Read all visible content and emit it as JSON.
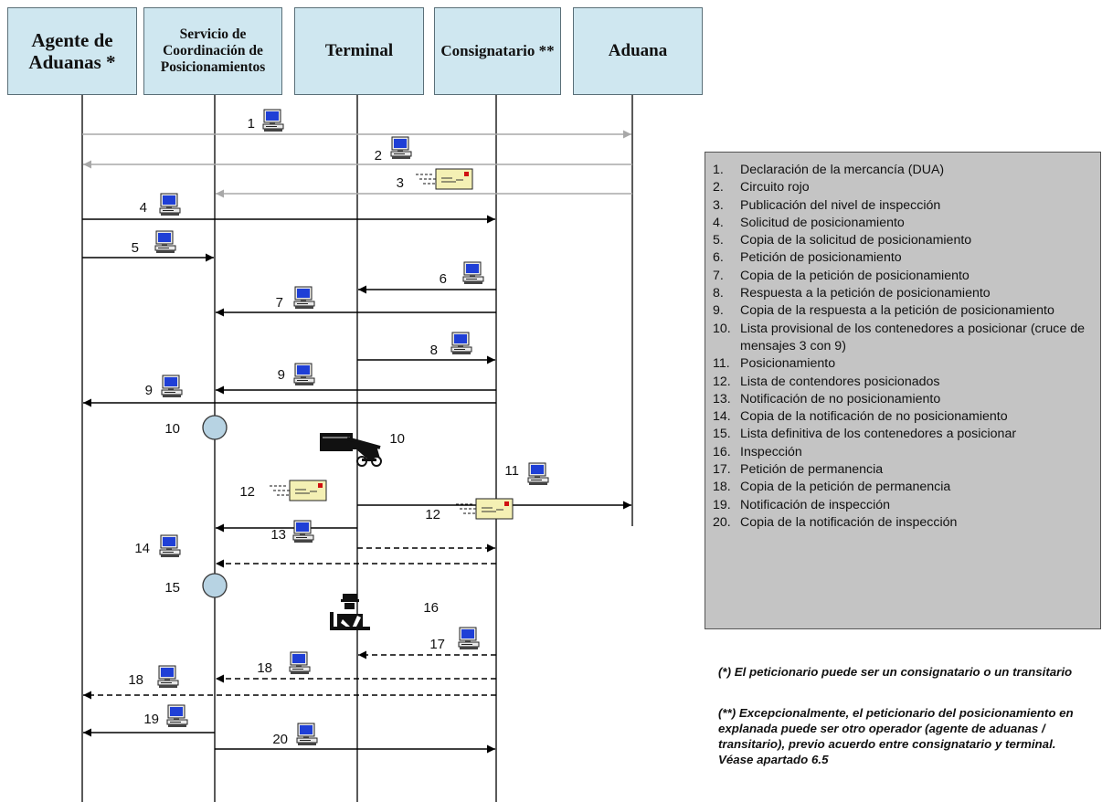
{
  "actors": [
    {
      "id": "agente",
      "label": "Agente de Aduanas *"
    },
    {
      "id": "servicio",
      "label": "Servicio de Coordinación de Posicionamientos"
    },
    {
      "id": "terminal",
      "label": "Terminal"
    },
    {
      "id": "consignatario",
      "label": "Consignatario **"
    },
    {
      "id": "aduana",
      "label": "Aduana"
    }
  ],
  "messages": [
    {
      "num": "1",
      "from": "agente",
      "to": "aduana",
      "style": "gray",
      "icon": "computer-icon"
    },
    {
      "num": "2",
      "from": "aduana",
      "to": "agente",
      "style": "gray",
      "icon": "computer-icon"
    },
    {
      "num": "3",
      "from": "aduana",
      "to": "servicio",
      "style": "gray",
      "icon": "mail-icon"
    },
    {
      "num": "4",
      "from": "agente",
      "to": "consignatario",
      "style": "solid",
      "icon": "computer-icon"
    },
    {
      "num": "5",
      "from": "agente",
      "to": "servicio",
      "style": "solid",
      "icon": "computer-icon"
    },
    {
      "num": "6",
      "from": "consignatario",
      "to": "terminal",
      "style": "solid",
      "icon": "computer-icon"
    },
    {
      "num": "7",
      "from": "consignatario",
      "to": "servicio",
      "style": "solid",
      "icon": "computer-icon"
    },
    {
      "num": "8",
      "from": "terminal",
      "to": "consignatario",
      "style": "solid",
      "icon": "computer-icon"
    },
    {
      "num": "9",
      "from": "consignatario",
      "to": "servicio",
      "style": "solid",
      "icon": "computer-icon"
    },
    {
      "num": "9",
      "from": "consignatario",
      "to": "agente",
      "style": "solid",
      "icon": "computer-icon"
    },
    {
      "num": "10",
      "at": "servicio",
      "type": "process"
    },
    {
      "num": "11",
      "at": "terminal",
      "type": "activity",
      "icon": "container-handler-icon"
    },
    {
      "num": "12",
      "from": "terminal",
      "to": "aduana",
      "style": "solid",
      "icon": "mail-icon"
    },
    {
      "num": "12",
      "from": "terminal",
      "to": "servicio",
      "style": "solid",
      "icon": "mail-icon"
    },
    {
      "num": "13",
      "from": "terminal",
      "to": "consignatario",
      "style": "dashed",
      "icon": "computer-icon"
    },
    {
      "num": "14",
      "from": "consignatario",
      "to": "servicio",
      "style": "dashed",
      "icon": "computer-icon"
    },
    {
      "num": "14",
      "from": "consignatario",
      "to": "agente",
      "style": "dashed",
      "icon": "computer-icon"
    },
    {
      "num": "15",
      "at": "servicio",
      "type": "process"
    },
    {
      "num": "16",
      "at": "terminal",
      "type": "activity",
      "icon": "customs-officer-icon"
    },
    {
      "num": "17",
      "from": "consignatario",
      "to": "terminal",
      "style": "dashed",
      "icon": "computer-icon"
    },
    {
      "num": "18",
      "from": "consignatario",
      "to": "servicio",
      "style": "dashed",
      "icon": "computer-icon"
    },
    {
      "num": "18",
      "from": "consignatario",
      "to": "agente",
      "style": "dashed",
      "icon": "computer-icon"
    },
    {
      "num": "19",
      "from": "servicio",
      "to": "agente",
      "style": "solid",
      "icon": "computer-icon"
    },
    {
      "num": "20",
      "from": "servicio",
      "to": "consignatario",
      "style": "solid",
      "icon": "computer-icon"
    }
  ],
  "legend": [
    {
      "num": "1.",
      "text": "Declaración de la mercancía (DUA)"
    },
    {
      "num": "2.",
      "text": "Circuito rojo"
    },
    {
      "num": "3.",
      "text": "Publicación del nivel de inspección"
    },
    {
      "num": "4.",
      "text": "Solicitud de posicionamiento"
    },
    {
      "num": "5.",
      "text": "Copia de la solicitud de posicionamiento"
    },
    {
      "num": "6.",
      "text": "Petición de posicionamiento"
    },
    {
      "num": "7.",
      "text": "Copia de la petición de posicionamiento"
    },
    {
      "num": "8.",
      "text": "Respuesta a la petición de posicionamiento"
    },
    {
      "num": "9.",
      "text": "Copia de la respuesta a la petición de posicionamiento"
    },
    {
      "num": "10.",
      "text": "Lista provisional de los contenedores a posicionar (cruce de mensajes 3 con 9)"
    },
    {
      "num": "11.",
      "text": "Posicionamiento"
    },
    {
      "num": "12.",
      "text": "Lista de contendores posicionados"
    },
    {
      "num": "13.",
      "text": "Notificación de no posicionamiento"
    },
    {
      "num": "14.",
      "text": "Copia de la notificación de no posicionamiento"
    },
    {
      "num": "15.",
      "text": "Lista definitiva de los contenedores a posicionar"
    },
    {
      "num": "16.",
      "text": "Inspección"
    },
    {
      "num": "17.",
      "text": "Petición de permanencia"
    },
    {
      "num": "18.",
      "text": "Copia de la petición de permanencia"
    },
    {
      "num": "19.",
      "text": "Notificación de inspección"
    },
    {
      "num": "20.",
      "text": "Copia de la notificación de inspección"
    }
  ],
  "notes": {
    "note1": "(*) El peticionario puede ser un consignatario o un transitario",
    "note2": "(**) Excepcionalmente, el peticionario del posicionamiento en explanada puede ser otro operador  (agente de aduanas / transitario), previo acuerdo entre consignatario y terminal. Véase apartado 6.5"
  },
  "colors": {
    "actor_fill": "#cfe7f0",
    "legend_fill": "#c4c4c4",
    "gray_arrow": "#a8a8a8",
    "process_circle": "#b7d3e3",
    "computer_screen": "#1f3fd6",
    "mail_fill": "#f4f0b4"
  }
}
